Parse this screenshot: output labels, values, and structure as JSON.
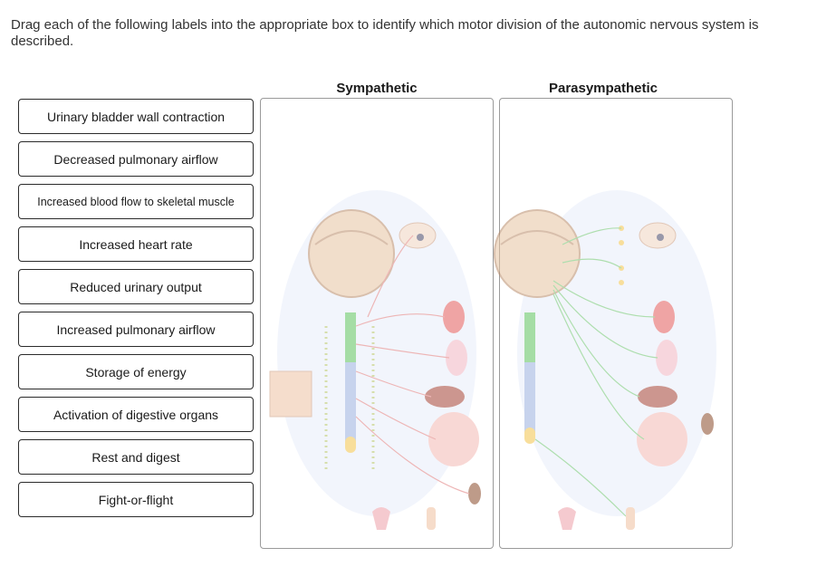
{
  "instructions": "Drag each of the following labels into the appropriate box to identify which motor division of the autonomic nervous system is described.",
  "labels": [
    "Urinary bladder wall contraction",
    "Decreased pulmonary airflow",
    "Increased blood flow to skeletal muscle",
    "Increased heart rate",
    "Reduced urinary output",
    "Increased pulmonary airflow",
    "Storage of energy",
    "Activation of digestive organs",
    "Rest and digest",
    "Fight-or-flight"
  ],
  "columns": {
    "sympathetic": "Sympathetic",
    "parasympathetic": "Parasympathetic"
  }
}
